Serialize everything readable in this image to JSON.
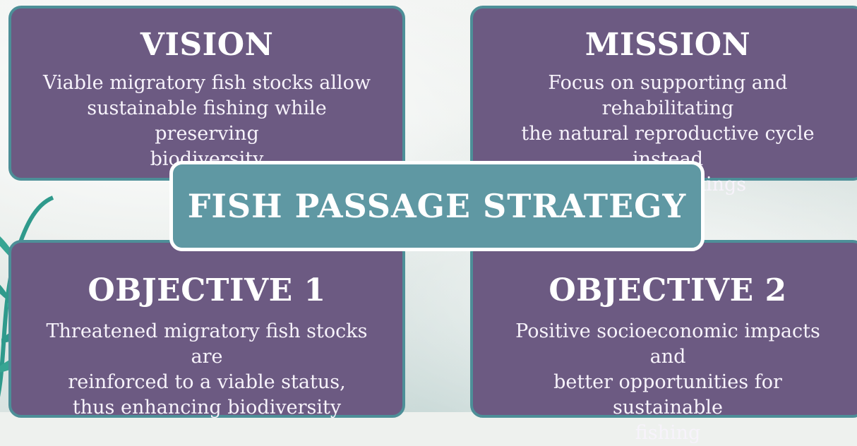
{
  "center": {
    "title": "FISH PASSAGE STRATEGY"
  },
  "vision": {
    "heading": "VISION",
    "lines": [
      "Viable migratory fish stocks allow",
      "sustainable fishing while preserving",
      "biodiversity"
    ]
  },
  "mission": {
    "heading": "MISSION",
    "lines": [
      "Focus on supporting and rehabilitating",
      "the natural reproductive cycle instead",
      "of fish stockings"
    ]
  },
  "objective1": {
    "heading": "OBJECTIVE 1",
    "lines": [
      "Threatened migratory fish stocks are",
      "reinforced to a viable status,",
      "thus enhancing biodiversity"
    ]
  },
  "objective2": {
    "heading": "OBJECTIVE 2",
    "lines": [
      "Positive socioeconomic impacts and",
      "better opportunities for sustainable",
      "fishing"
    ]
  },
  "colors": {
    "panel": "#6c5a82",
    "panel_border": "#4d8f98",
    "center_fill": "#5f98a3",
    "center_border": "#ffffff",
    "seaweed": "#2f9a8c"
  },
  "decoration": {
    "left_edge": "seaweed-illustration"
  }
}
